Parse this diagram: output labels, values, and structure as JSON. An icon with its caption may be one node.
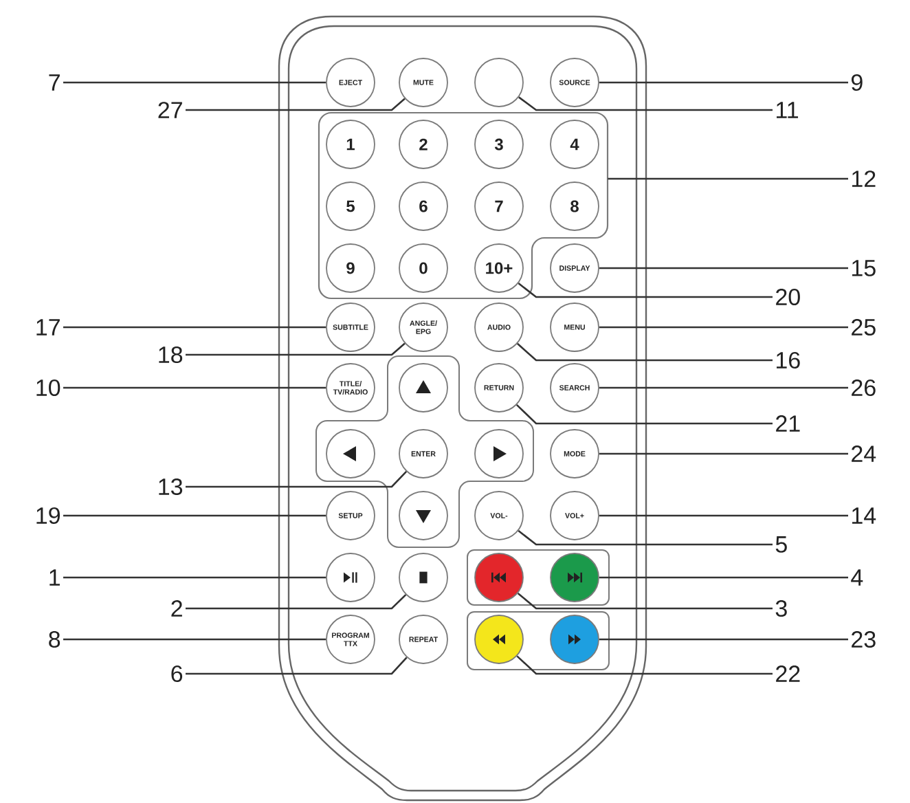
{
  "diagram": {
    "nodes": [
      {
        "text": [
          "7"
        ]
      },
      {
        "text": [
          "EJECT"
        ]
      },
      {
        "text": [
          "MUTE"
        ]
      },
      {
        "text": [],
        "shape": "circle"
      },
      {
        "text": [
          "SOURCE"
        ]
      },
      {
        "text": [
          "9"
        ]
      },
      {
        "text": [
          "27"
        ]
      },
      {
        "text": [
          "11"
        ]
      },
      {
        "text": [],
        "shape": "box"
      },
      {
        "text": [
          "1"
        ],
        "in": 8
      },
      {
        "text": [
          "2"
        ],
        "in": 8
      },
      {
        "text": [
          "3"
        ],
        "in": 8
      },
      {
        "text": [
          "4"
        ],
        "in": 8
      },
      {
        "text": [
          "12"
        ]
      },
      {
        "text": [
          "5"
        ],
        "in": 8
      },
      {
        "text": [
          "6"
        ],
        "in": 8
      },
      {
        "text": [
          "7"
        ],
        "in": 8
      },
      {
        "text": [
          "8"
        ],
        "in": 8
      },
      {
        "text": [
          "9"
        ],
        "in": 8
      },
      {
        "text": [
          "0"
        ],
        "in": 8
      },
      {
        "text": [
          "10+"
        ],
        "in": 8
      },
      {
        "text": [
          "DISPLAY"
        ]
      },
      {
        "text": [
          "15"
        ]
      },
      {
        "text": [
          "20"
        ]
      },
      {
        "text": [
          "17"
        ]
      },
      {
        "text": [
          "SUBTITLE"
        ]
      },
      {
        "text": [
          "ANGLE/ EPG"
        ]
      },
      {
        "text": [
          "AUDIO"
        ]
      },
      {
        "text": [
          "MENU"
        ]
      },
      {
        "text": [
          "25"
        ]
      },
      {
        "text": [
          "18"
        ]
      },
      {
        "text": [
          "16"
        ]
      },
      {
        "text": [
          "10"
        ]
      },
      {
        "text": [
          "TITLE/ TV/RADIO"
        ]
      },
      {
        "text": [],
        "shape": "circle"
      },
      {
        "text": [
          "RETURN"
        ]
      },
      {
        "text": [
          "SEARCH"
        ]
      },
      {
        "text": [
          "26"
        ]
      },
      {
        "text": [
          "21"
        ]
      },
      {
        "text": [],
        "shape": "circle"
      },
      {
        "text": [
          "ENTER"
        ]
      },
      {
        "text": [],
        "shape": "circle"
      },
      {
        "text": [
          "MODE"
        ]
      },
      {
        "text": [
          "24"
        ]
      },
      {
        "text": [
          "13"
        ]
      },
      {
        "text": [
          "19"
        ]
      },
      {
        "text": [
          "SETUP"
        ]
      },
      {
        "text": [],
        "shape": "circle"
      },
      {
        "text": [
          "VOL-"
        ]
      },
      {
        "text": [
          "VOL+"
        ]
      },
      {
        "text": [
          "14"
        ]
      },
      {
        "text": [
          "5"
        ]
      },
      {
        "text": [
          "1"
        ]
      },
      {
        "text": [],
        "shape": "circle"
      },
      {
        "text": [],
        "shape": "circle"
      },
      {
        "text": [],
        "shape": "circle"
      },
      {
        "text": [],
        "shape": "circle"
      },
      {
        "text": [
          "4"
        ]
      },
      {
        "text": [
          "2"
        ]
      },
      {
        "text": [
          "3"
        ]
      },
      {
        "text": [
          "8"
        ]
      },
      {
        "text": [
          "PROGRAM TTX"
        ]
      },
      {
        "text": [
          "REPEAT"
        ]
      },
      {
        "text": [],
        "shape": "circle"
      },
      {
        "text": [],
        "shape": "circle"
      },
      {
        "text": [
          "23"
        ]
      },
      {
        "text": [
          "6"
        ]
      },
      {
        "text": [
          "22"
        ]
      }
    ],
    "edges": [
      {
        "from": 0,
        "to": 1,
        "arrow": "none"
      },
      {
        "from": 6,
        "to": 2,
        "arrow": "none"
      },
      {
        "from": 7,
        "to": 3,
        "arrow": "none"
      },
      {
        "from": 5,
        "to": 4,
        "arrow": "none"
      },
      {
        "from": 13,
        "to": 8,
        "arrow": "none"
      },
      {
        "from": 22,
        "to": 21,
        "arrow": "none"
      },
      {
        "from": 23,
        "to": 20,
        "arrow": "none"
      },
      {
        "from": 24,
        "to": 25,
        "arrow": "none"
      },
      {
        "from": 30,
        "to": 26,
        "arrow": "none"
      },
      {
        "from": 31,
        "to": 27,
        "arrow": "none"
      },
      {
        "from": 29,
        "to": 28,
        "arrow": "none"
      },
      {
        "from": 32,
        "to": 33,
        "arrow": "none"
      },
      {
        "from": 38,
        "to": 35,
        "arrow": "none"
      },
      {
        "from": 37,
        "to": 36,
        "arrow": "none"
      },
      {
        "from": 44,
        "to": 40,
        "arrow": "none"
      },
      {
        "from": 43,
        "to": 42,
        "arrow": "none"
      },
      {
        "from": 45,
        "to": 46,
        "arrow": "none"
      },
      {
        "from": 51,
        "to": 48,
        "arrow": "none"
      },
      {
        "from": 50,
        "to": 49,
        "arrow": "none"
      },
      {
        "from": 52,
        "to": 53,
        "arrow": "none"
      },
      {
        "from": 58,
        "to": 54,
        "arrow": "none"
      },
      {
        "from": 59,
        "to": 55,
        "arrow": "none"
      },
      {
        "from": 57,
        "to": 56,
        "arrow": "none"
      },
      {
        "from": 60,
        "to": 61,
        "arrow": "none"
      },
      {
        "from": 66,
        "to": 62,
        "arrow": "none"
      },
      {
        "from": 67,
        "to": 63,
        "arrow": "none"
      },
      {
        "from": 65,
        "to": 64,
        "arrow": "none"
      }
    ]
  }
}
